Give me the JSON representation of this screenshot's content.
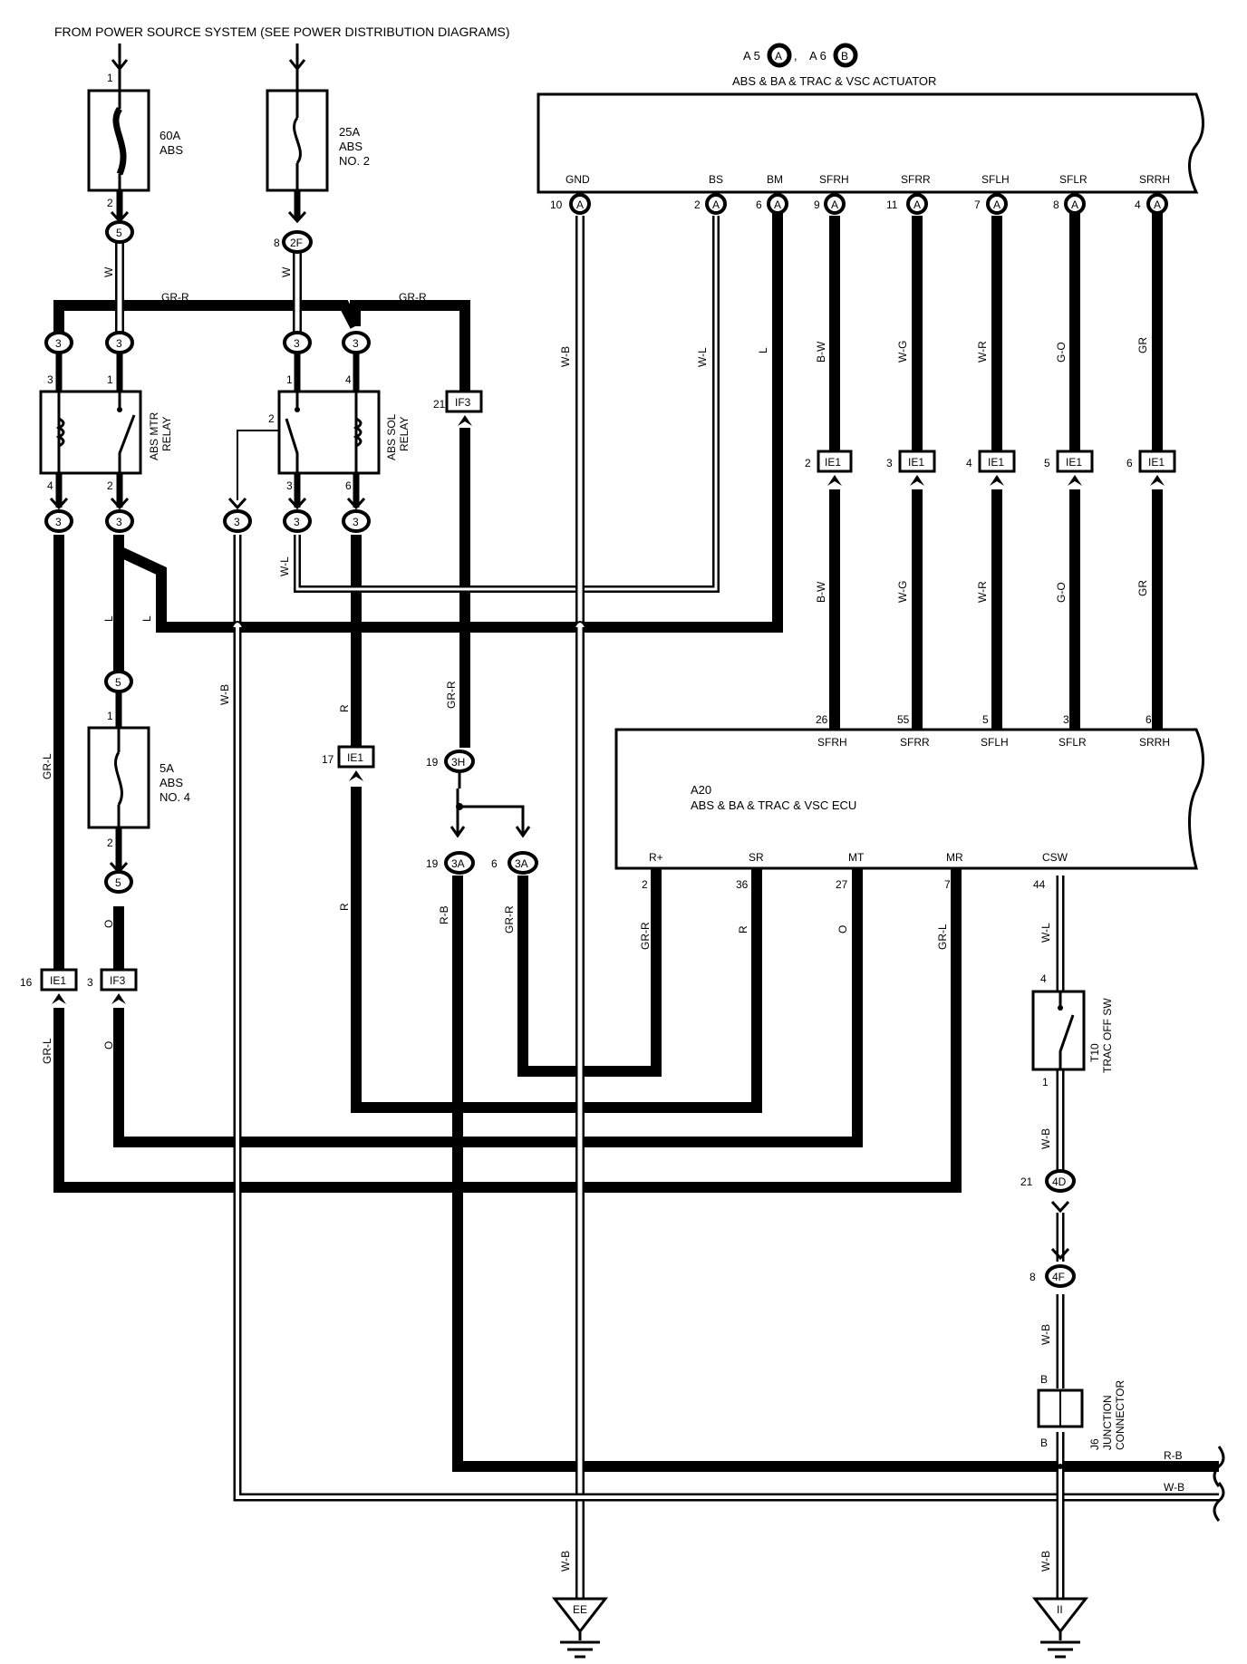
{
  "header": {
    "power_source_note": "FROM POWER SOURCE SYSTEM (SEE POWER DISTRIBUTION DIAGRAMS)"
  },
  "actuator": {
    "connector_a_code": "A 5",
    "connector_a_letter": "A",
    "connector_b_code": "A 6",
    "connector_b_letter": "B",
    "separator": ",",
    "name": "ABS & BA & TRAC & VSC ACTUATOR",
    "pins": [
      {
        "name": "GND",
        "num": "10",
        "conn": "A",
        "wire": "W-B"
      },
      {
        "name": "BS",
        "num": "2",
        "conn": "A",
        "wire": "W-L"
      },
      {
        "name": "BM",
        "num": "6",
        "conn": "A",
        "wire": "L"
      },
      {
        "name": "SFRH",
        "num": "9",
        "conn": "A",
        "wire": "B-W"
      },
      {
        "name": "SFRR",
        "num": "11",
        "conn": "A",
        "wire": "W-G"
      },
      {
        "name": "SFLH",
        "num": "7",
        "conn": "A",
        "wire": "W-R"
      },
      {
        "name": "SFLR",
        "num": "8",
        "conn": "A",
        "wire": "G-O"
      },
      {
        "name": "SRRH",
        "num": "4",
        "conn": "A",
        "wire": "GR"
      }
    ]
  },
  "fuses": {
    "f60": {
      "rating": "60A",
      "name": "ABS",
      "pin_in": "1",
      "pin_out": "2",
      "conn": "5"
    },
    "f25": {
      "rating": "25A",
      "name": "ABS",
      "name2": "NO. 2",
      "pin_out": "8",
      "conn": "2F"
    },
    "f5": {
      "rating": "5A",
      "name": "ABS",
      "name2": "NO. 4",
      "pin_in": "1",
      "pin_out": "2",
      "conn_top": "5",
      "conn_bottom": "5"
    }
  },
  "relays": {
    "mtr": {
      "label1": "ABS MTR",
      "label2": "RELAY",
      "pin_tl": "3",
      "pin_tr": "1",
      "pin_bl": "4",
      "pin_br": "2",
      "conn": "3"
    },
    "sol": {
      "label1": "ABS SOL",
      "label2": "RELAY",
      "pin_tl": "1",
      "pin_tr": "4",
      "pin_side": "2",
      "pin_bl": "3",
      "pin_br": "6",
      "conn": "3"
    }
  },
  "ie1_connectors": [
    {
      "pin": "2",
      "label": "IE1",
      "wire_bottom": "B-W"
    },
    {
      "pin": "3",
      "label": "IE1",
      "wire_bottom": "W-G"
    },
    {
      "pin": "4",
      "label": "IE1",
      "wire_bottom": "W-R"
    },
    {
      "pin": "5",
      "label": "IE1",
      "wire_bottom": "G-O"
    },
    {
      "pin": "6",
      "label": "IE1",
      "wire_bottom": "GR"
    }
  ],
  "ecu": {
    "code": "A20",
    "name": "ABS & BA & TRAC & VSC ECU",
    "top_pins": [
      {
        "num": "26",
        "name": "SFRH"
      },
      {
        "num": "55",
        "name": "SFRR"
      },
      {
        "num": "5",
        "name": "SFLH"
      },
      {
        "num": "3",
        "name": "SFLR"
      },
      {
        "num": "6",
        "name": "SRRH"
      }
    ],
    "bottom_pins": [
      {
        "num": "2",
        "name": "R+",
        "wire": "GR-R"
      },
      {
        "num": "36",
        "name": "SR",
        "wire": "R"
      },
      {
        "num": "27",
        "name": "MT",
        "wire": "O"
      },
      {
        "num": "7",
        "name": "MR",
        "wire": "GR-L"
      },
      {
        "num": "44",
        "name": "CSW",
        "wire": "W-L"
      }
    ]
  },
  "wires": {
    "w": "W",
    "gr_r": "GR-R",
    "l": "L",
    "w_b": "W-B",
    "w_l": "W-L",
    "r": "R",
    "gr_l": "GR-L",
    "o": "O",
    "r_b": "R-B"
  },
  "inline": {
    "if3_top": {
      "pin": "21",
      "label": "IF3"
    },
    "ie1_17": {
      "pin": "17",
      "label": "IE1"
    },
    "c3h": {
      "pin": "19",
      "label": "3H"
    },
    "c3a_left": {
      "pin": "19",
      "label": "3A"
    },
    "c3a_right": {
      "pin": "6",
      "label": "3A"
    },
    "ie1_16": {
      "pin": "16",
      "label": "IE1"
    },
    "if3_3": {
      "pin": "3",
      "label": "IF3"
    },
    "c4d": {
      "pin": "21",
      "label": "4D"
    },
    "c4f": {
      "pin": "8",
      "label": "4F"
    },
    "conn_3": "3"
  },
  "trac_sw": {
    "code": "T10",
    "name": "TRAC OFF SW",
    "pin_top": "4",
    "pin_bottom": "1"
  },
  "junction": {
    "code": "J6",
    "name1": "JUNCTION",
    "name2": "CONNECTOR",
    "pin_top": "B",
    "pin_bottom": "B"
  },
  "grounds": {
    "left": "EE",
    "right": "II"
  }
}
